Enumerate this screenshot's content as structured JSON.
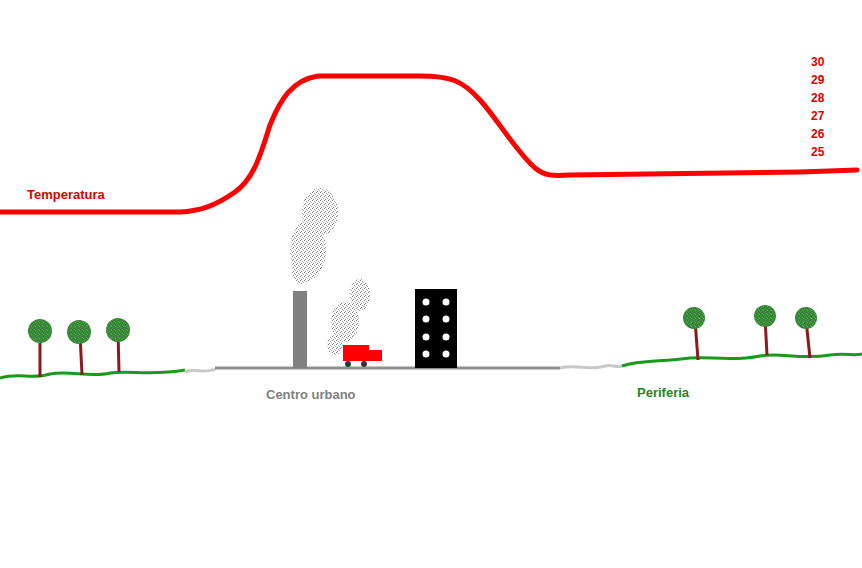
{
  "diagram": {
    "labels": [
      "Temperatura",
      "30",
      "29",
      "28",
      "27",
      "26",
      "25",
      "Centro urbano",
      "Periferia"
    ]
  }
}
